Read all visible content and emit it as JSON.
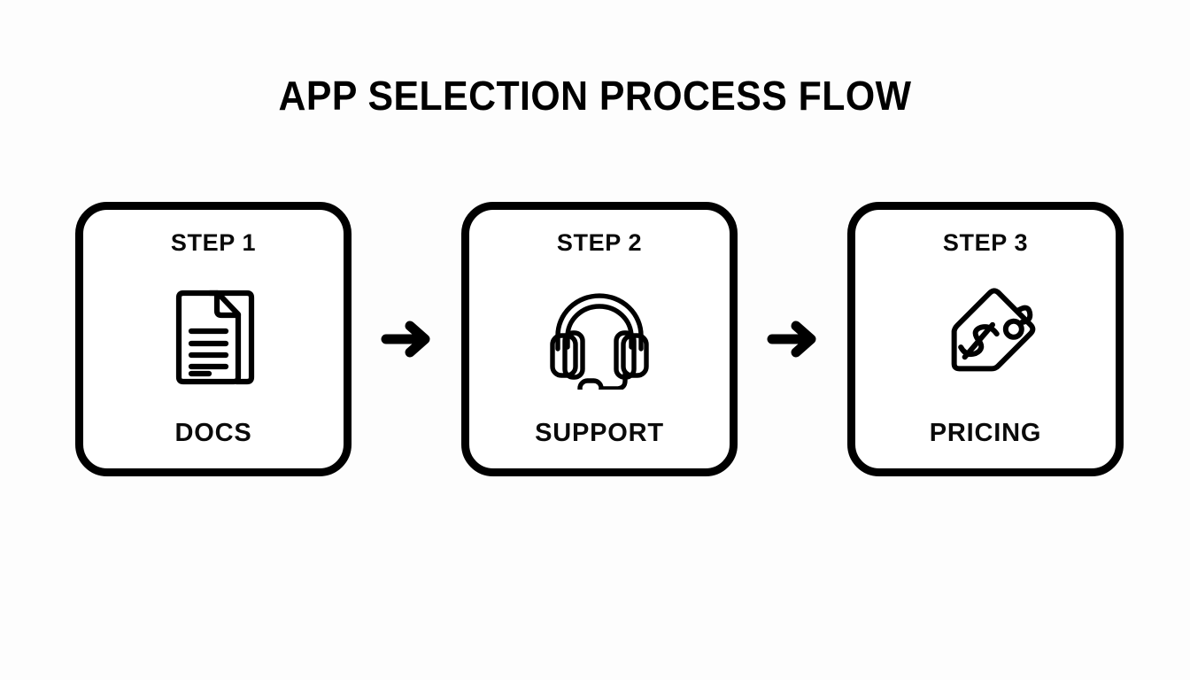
{
  "page": {
    "title": "APP SELECTION PROCESS FLOW",
    "background_color": "#fdfdfd",
    "ink_color": "#000000"
  },
  "flow": {
    "steps": [
      {
        "step_label": "STEP 1",
        "name": "DOCS",
        "icon": "document-icon"
      },
      {
        "step_label": "STEP 2",
        "name": "SUPPORT",
        "icon": "headset-icon"
      },
      {
        "step_label": "STEP 3",
        "name": "PRICING",
        "icon": "price-tag-icon"
      }
    ],
    "connectors": [
      {
        "icon": "arrow-right-icon"
      },
      {
        "icon": "arrow-right-icon"
      }
    ]
  }
}
